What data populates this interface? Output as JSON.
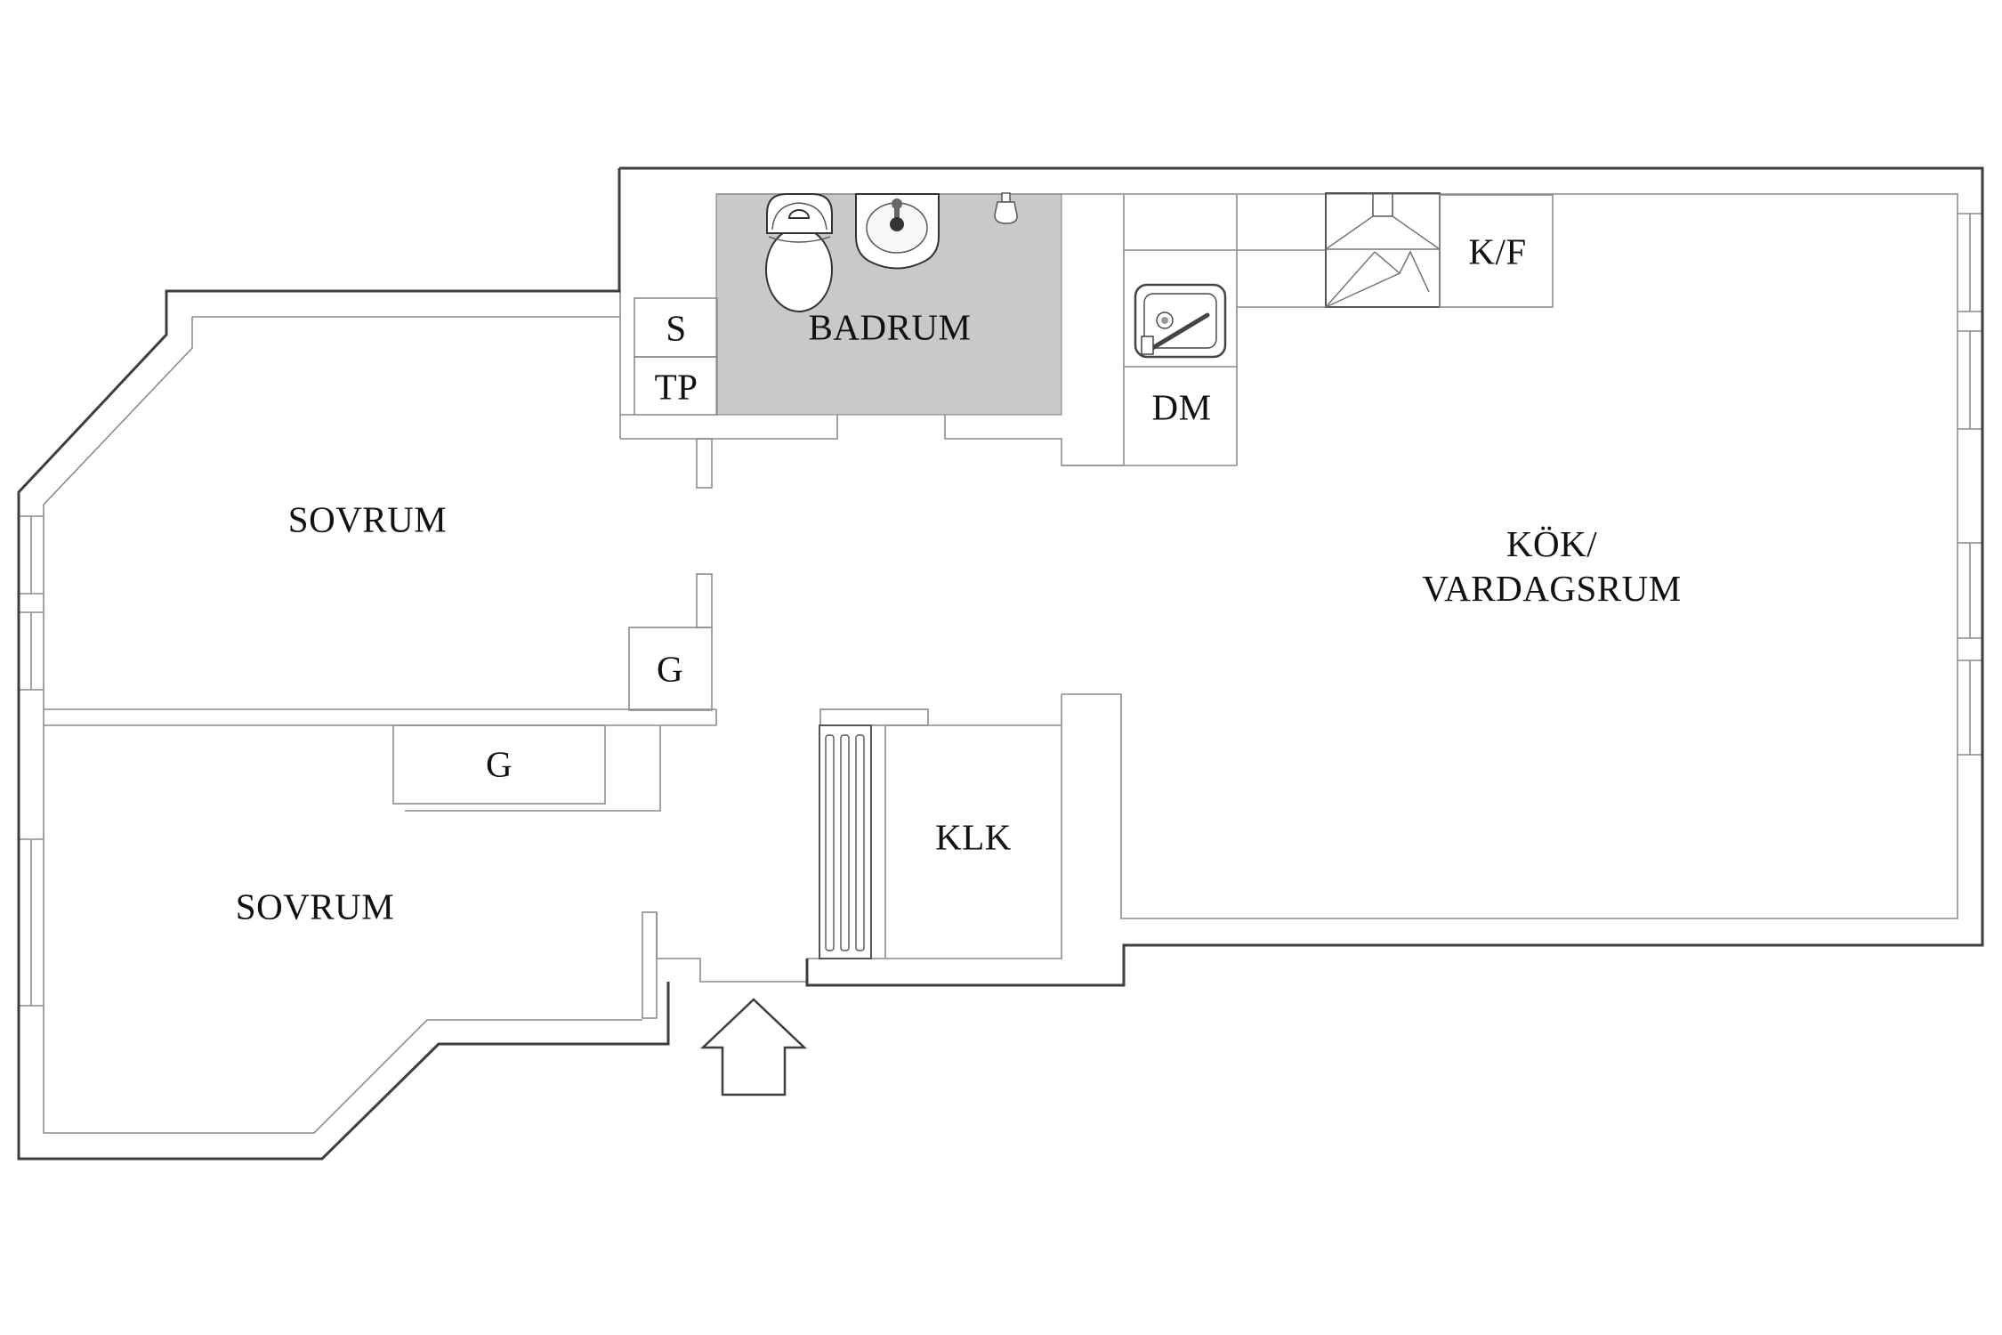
{
  "page": {
    "type": "apartment floor plan",
    "background": "#ffffff"
  },
  "colors": {
    "wall_outer": "#3e3e3e",
    "wall_inner": "#8c8c8c",
    "bathroom_fill": "#c9c9c9",
    "fixture_stroke": "#444444",
    "label_color": "#111111"
  },
  "rooms": [
    {
      "id": "sovrum-1",
      "label": "SOVRUM"
    },
    {
      "id": "sovrum-2",
      "label": "SOVRUM"
    },
    {
      "id": "badrum",
      "label": "BADRUM"
    },
    {
      "id": "klk",
      "label": "KLK"
    },
    {
      "id": "kok-vardagsrum",
      "label_line1": "KÖK/",
      "label_line2": "VARDAGSRUM"
    }
  ],
  "closets_appliances": [
    {
      "id": "s",
      "label": "S"
    },
    {
      "id": "tp",
      "label": "TP"
    },
    {
      "id": "g-hall",
      "label": "G"
    },
    {
      "id": "g-sovrum2",
      "label": "G"
    },
    {
      "id": "dm",
      "label": "DM"
    },
    {
      "id": "kf",
      "label": "K/F"
    }
  ],
  "icons": [
    "toilet-icon",
    "washbasin-icon",
    "tap-icon",
    "kitchen-sink-icon",
    "stove-hood-icon",
    "fridge-freezer-box",
    "radiator-icon",
    "entry-arrow-icon",
    "window-symbol"
  ]
}
